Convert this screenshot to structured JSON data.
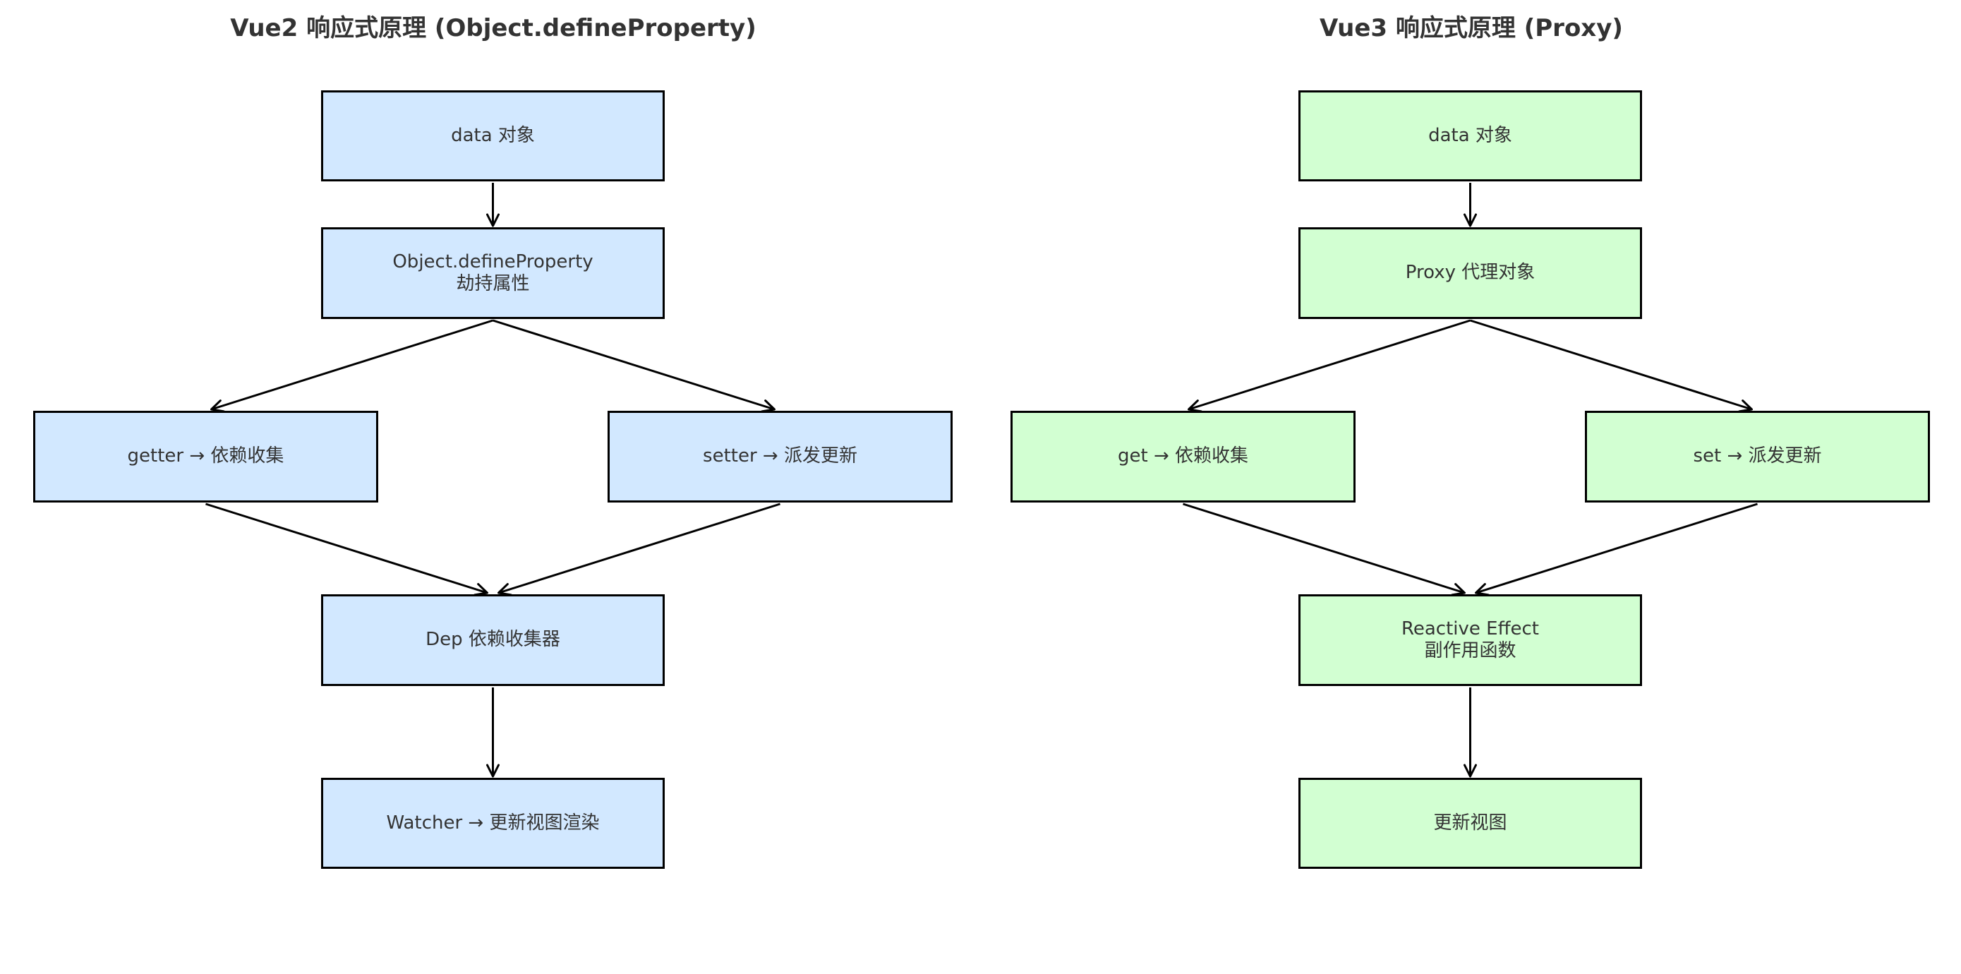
{
  "colors": {
    "vue2_fill": "#d2e8ff",
    "vue3_fill": "#d2ffd2",
    "border": "#000000",
    "text": "#333333"
  },
  "vue2": {
    "title": "Vue2 响应式原理 (Object.defineProperty)",
    "nodes": {
      "data": "data 对象",
      "define": "Object.defineProperty\n劫持属性",
      "getter": "getter → 依赖收集",
      "setter": "setter → 派发更新",
      "dep": "Dep 依赖收集器",
      "watcher": "Watcher → 更新视图渲染"
    }
  },
  "vue3": {
    "title": "Vue3 响应式原理 (Proxy)",
    "nodes": {
      "data": "data 对象",
      "proxy": "Proxy 代理对象",
      "get": "get → 依赖收集",
      "set": "set → 派发更新",
      "effect": "Reactive Effect\n副作用函数",
      "update": "更新视图"
    }
  },
  "edges": [
    {
      "from": "vue2.data",
      "to": "vue2.define"
    },
    {
      "from": "vue2.define",
      "to": "vue2.getter"
    },
    {
      "from": "vue2.define",
      "to": "vue2.setter"
    },
    {
      "from": "vue2.getter",
      "to": "vue2.dep"
    },
    {
      "from": "vue2.setter",
      "to": "vue2.dep"
    },
    {
      "from": "vue2.dep",
      "to": "vue2.watcher"
    },
    {
      "from": "vue3.data",
      "to": "vue3.proxy"
    },
    {
      "from": "vue3.proxy",
      "to": "vue3.get"
    },
    {
      "from": "vue3.proxy",
      "to": "vue3.set"
    },
    {
      "from": "vue3.get",
      "to": "vue3.effect"
    },
    {
      "from": "vue3.set",
      "to": "vue3.effect"
    },
    {
      "from": "vue3.effect",
      "to": "vue3.update"
    }
  ]
}
